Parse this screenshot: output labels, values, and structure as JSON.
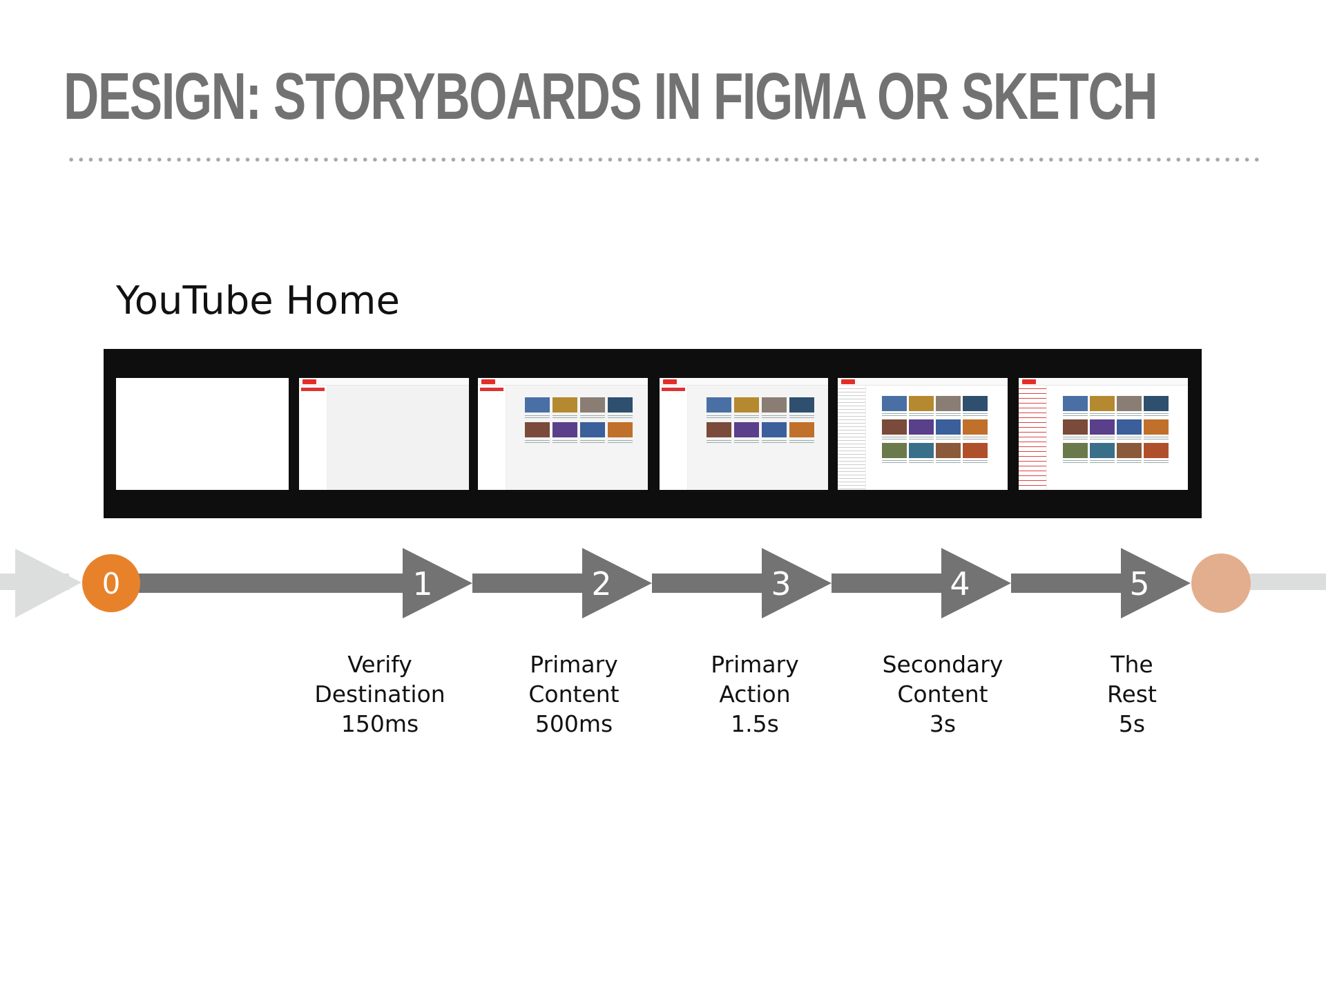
{
  "title": "DESIGN: STORYBOARDS IN FIGMA OR SKETCH",
  "subtitle": "YouTube Home",
  "colors": {
    "title": "#727272",
    "arrow": "#737373",
    "start_circle": "#e8822a",
    "end_circle": "#e2ae8e",
    "faded_arrow": "#dcdedd",
    "strip": "#0e0e0e"
  },
  "frames": [
    {
      "state": "blank"
    },
    {
      "state": "shell"
    },
    {
      "state": "primary-content"
    },
    {
      "state": "primary-action"
    },
    {
      "state": "secondary-content"
    },
    {
      "state": "full"
    }
  ],
  "timeline": {
    "start_label": "0",
    "steps": [
      {
        "number": "1",
        "line1": "Verify",
        "line2": "Destination",
        "time": "150ms"
      },
      {
        "number": "2",
        "line1": "Primary",
        "line2": "Content",
        "time": "500ms"
      },
      {
        "number": "3",
        "line1": "Primary",
        "line2": "Action",
        "time": "1.5s"
      },
      {
        "number": "4",
        "line1": "Secondary",
        "line2": "Content",
        "time": "3s"
      },
      {
        "number": "5",
        "line1": "The",
        "line2": "Rest",
        "time": "5s"
      }
    ]
  }
}
